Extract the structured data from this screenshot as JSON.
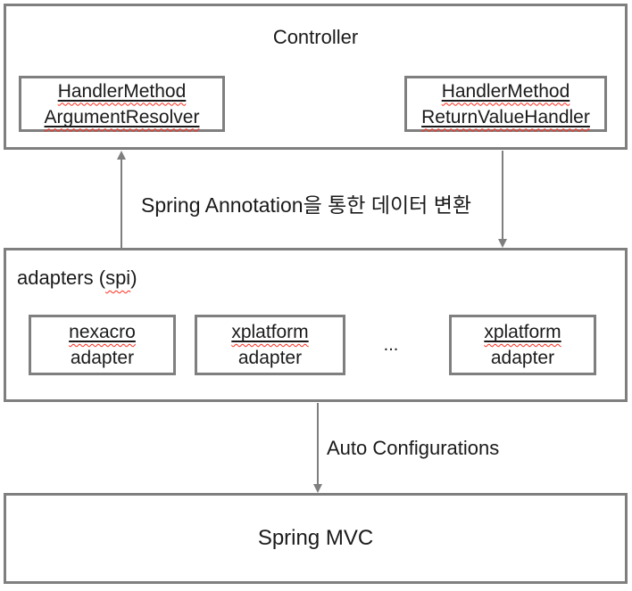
{
  "diagram": {
    "controller": {
      "title": "Controller",
      "argument_resolver": {
        "line1": "HandlerMethod",
        "line2": "ArgumentResolver"
      },
      "return_value_handler": {
        "line1": "HandlerMethod",
        "line2": "ReturnValueHandler"
      }
    },
    "annotation_flow_label": "Spring Annotation을 통한 데이터 변환",
    "adapters": {
      "title_prefix": "adapters (",
      "title_spi": "spi",
      "title_suffix": ")",
      "nexacro": {
        "line1": "nexacro",
        "line2": "adapter"
      },
      "xplatform1": {
        "line1": "xplatform",
        "line2": "adapter"
      },
      "ellipsis": "...",
      "xplatform2": {
        "line1": "xplatform",
        "line2": "adapter"
      }
    },
    "auto_config_label": "Auto Configurations",
    "spring_mvc_label": "Spring MVC",
    "colors": {
      "box_border": "#7f7f7f",
      "arrow": "#7f7f7f",
      "text": "#1a1a1a",
      "spellcheck_underline": "#ff2a1a"
    }
  }
}
